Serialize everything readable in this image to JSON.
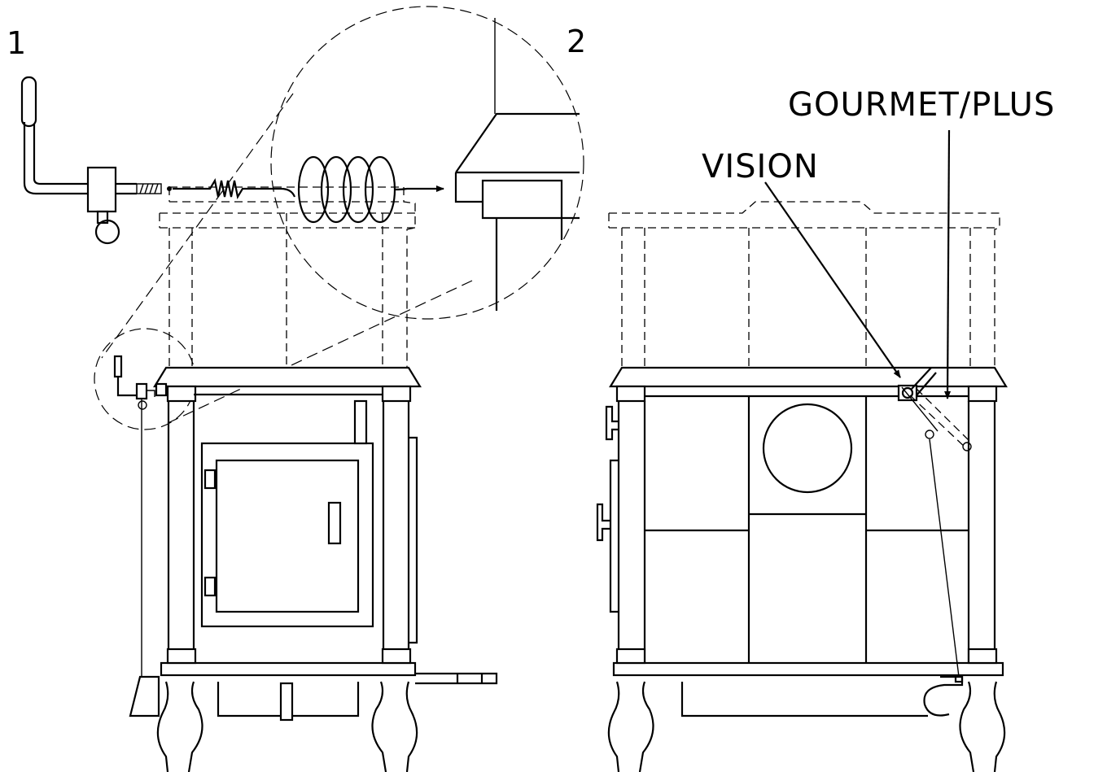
{
  "labels": {
    "step1": "1",
    "step2": "2",
    "vision": "VISION",
    "gourmet_plus": "GOURMET/PLUS"
  }
}
